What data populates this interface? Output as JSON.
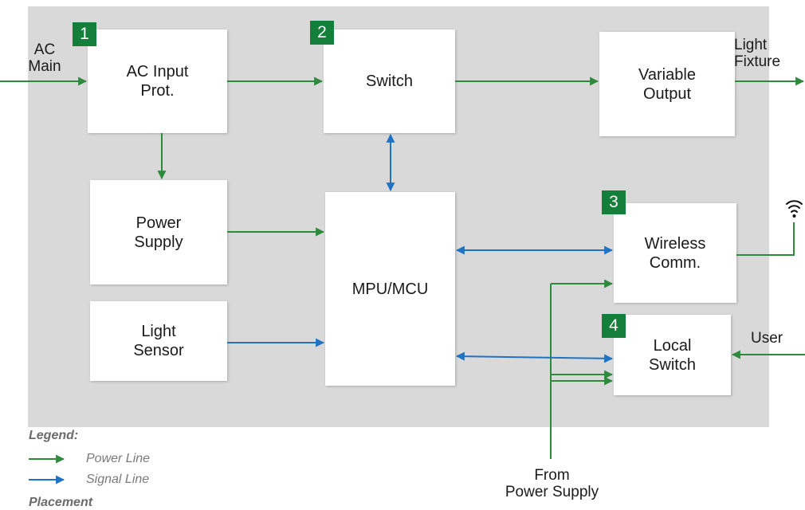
{
  "blocks": {
    "ac_input": "AC Input\nProt.",
    "switch": "Switch",
    "variable_output": "Variable\nOutput",
    "power_supply": "Power\nSupply",
    "light_sensor": "Light\nSensor",
    "mpu": "MPU/MCU",
    "wireless": "Wireless\nComm.",
    "local_switch": "Local\nSwitch"
  },
  "badges": {
    "b1": "1",
    "b2": "2",
    "b3": "3",
    "b4": "4"
  },
  "labels": {
    "ac_main": "AC\nMain",
    "light_fixture": "Light\nFixture",
    "user": "User",
    "from_power_supply": "From\nPower Supply"
  },
  "legend": {
    "title": "Legend:",
    "power_line": "Power Line",
    "signal_line": "Signal Line",
    "cut_off": "Placement"
  },
  "colors": {
    "power": "#2e8b3e",
    "signal": "#1f73c2",
    "badge": "#137f3a",
    "panel": "#d9d9d9"
  },
  "icons": {
    "wireless": "wifi-signal-icon"
  }
}
